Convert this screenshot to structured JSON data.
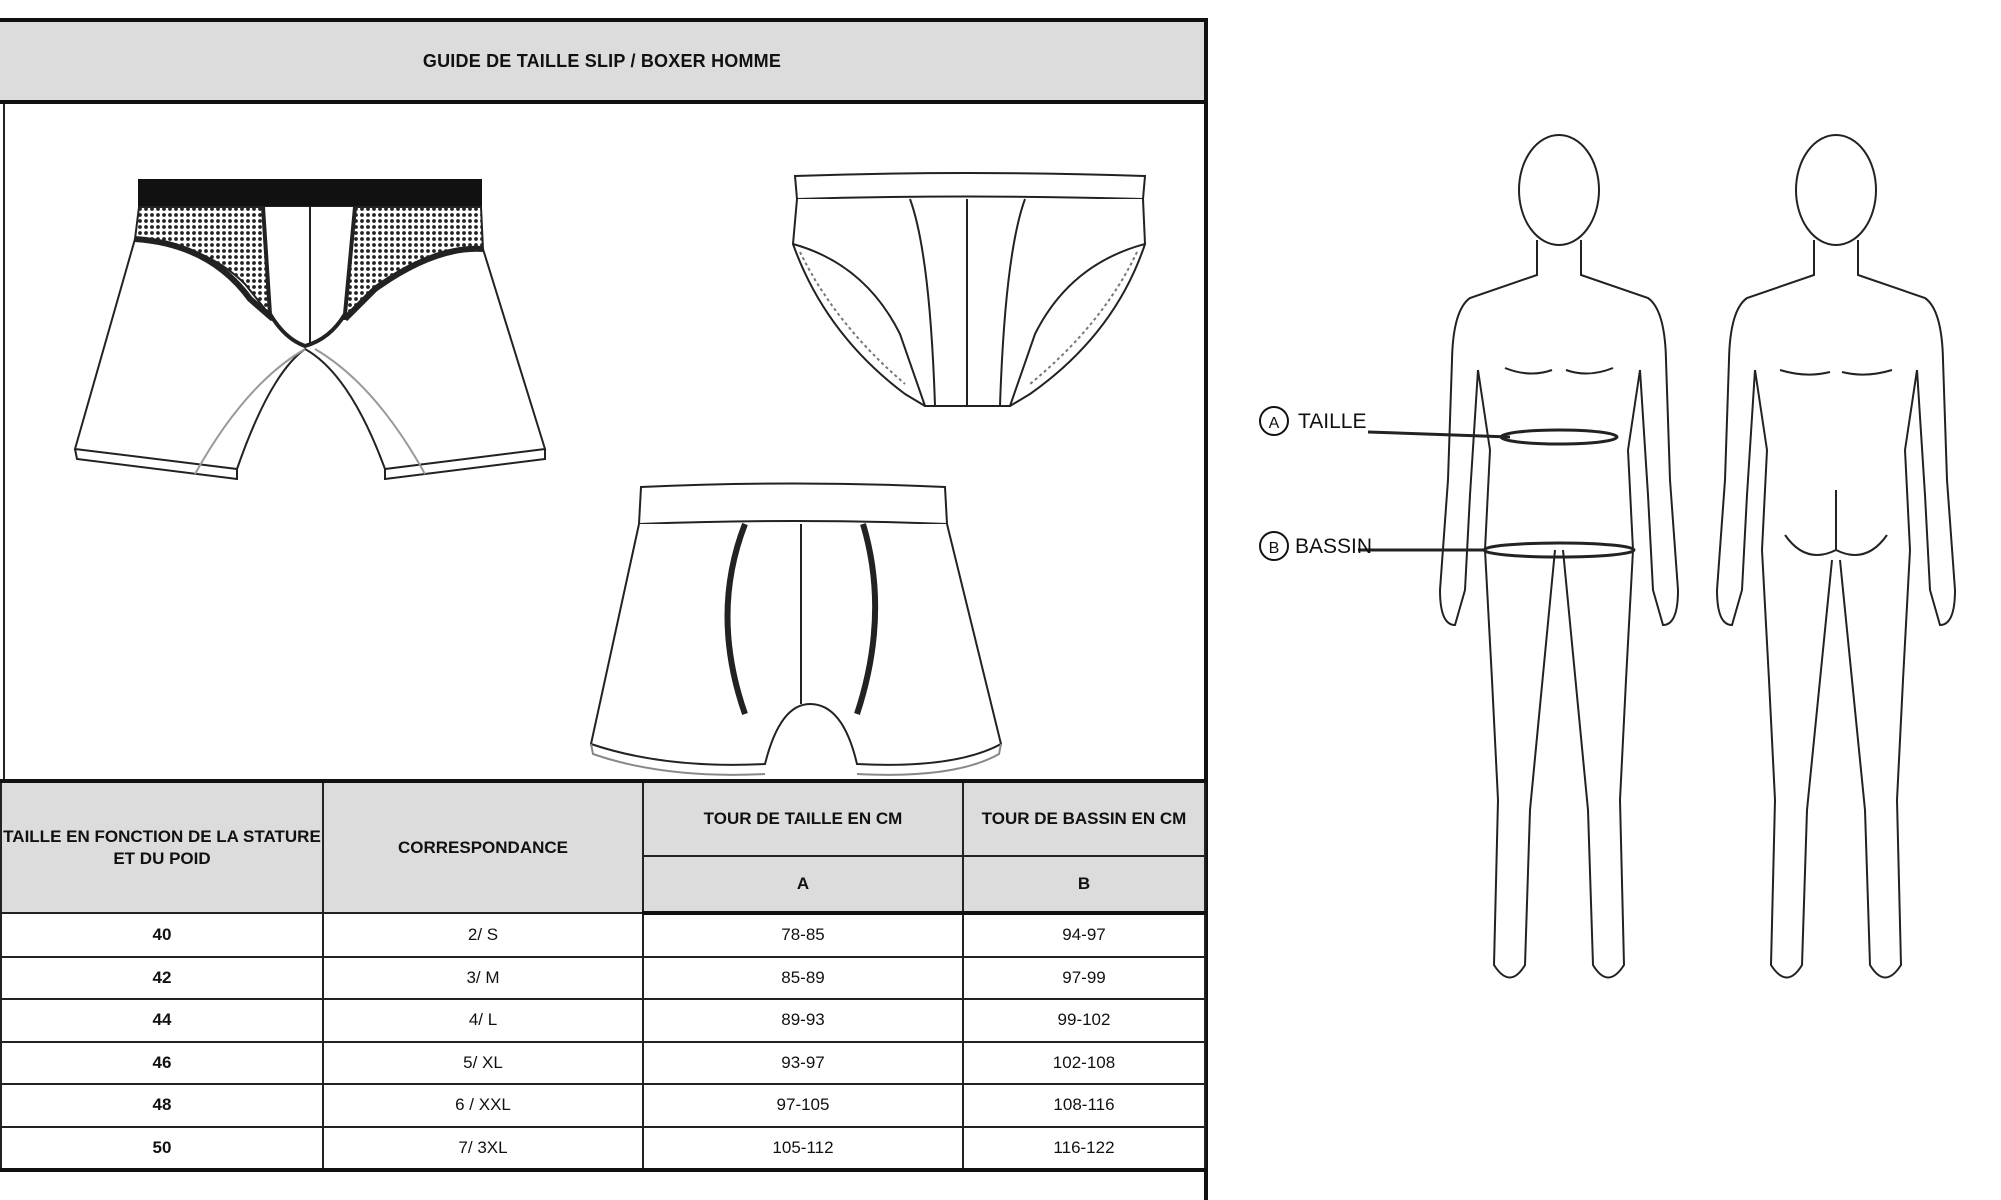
{
  "title": "GUIDE DE TAILLE SLIP / BOXER HOMME",
  "table": {
    "headers": {
      "size": "TAILLE EN FONCTION DE LA STATURE ET DU POID",
      "correspondance": "CORRESPONDANCE",
      "waist": "TOUR DE TAILLE EN CM",
      "waist_letter": "A",
      "hip": "TOUR DE BASSIN EN CM",
      "hip_letter": "B"
    },
    "rows": [
      {
        "size": "40",
        "corr": "2/ S",
        "waist": "78-85",
        "hip": "94-97"
      },
      {
        "size": "42",
        "corr": "3/ M",
        "waist": "85-89",
        "hip": "97-99"
      },
      {
        "size": "44",
        "corr": "4/ L",
        "waist": "89-93",
        "hip": "99-102"
      },
      {
        "size": "46",
        "corr": "5/ XL",
        "waist": "93-97",
        "hip": "102-108"
      },
      {
        "size": "48",
        "corr": "6 / XXL",
        "waist": "97-105",
        "hip": "108-116"
      },
      {
        "size": "50",
        "corr": "7/ 3XL",
        "waist": "105-112",
        "hip": "116-122"
      }
    ]
  },
  "measurements": {
    "a_letter": "A",
    "a_label": "TAILLE",
    "b_letter": "B",
    "b_label": "BASSIN"
  }
}
